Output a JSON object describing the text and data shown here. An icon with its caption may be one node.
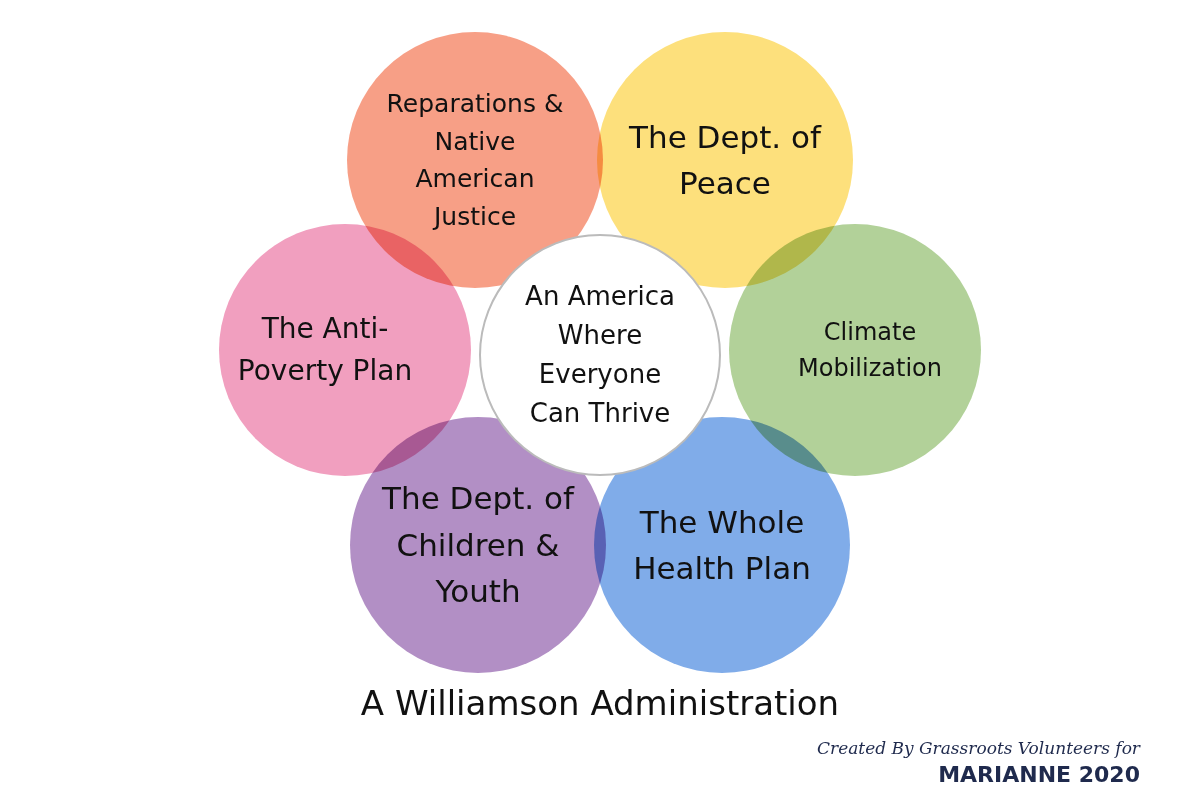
{
  "diagram": {
    "caption": "A Williamson Administration",
    "nodes": [
      {
        "text": [
          "Reparations & Native American Justice"
        ]
      },
      {
        "text": [
          "The Dept. of Peace"
        ]
      },
      {
        "text": [
          "The Anti-Poverty Plan"
        ]
      },
      {
        "text": [
          "An America Where Everyone Can Thrive"
        ]
      },
      {
        "text": [
          "Climate Mobilization"
        ]
      },
      {
        "text": [
          "The Dept. of Children & Youth"
        ]
      },
      {
        "text": [
          "The Whole Health Plan"
        ]
      }
    ],
    "labels": [
      "Created By Grassroots Volunteers for",
      "MARIANNE 2020"
    ]
  }
}
